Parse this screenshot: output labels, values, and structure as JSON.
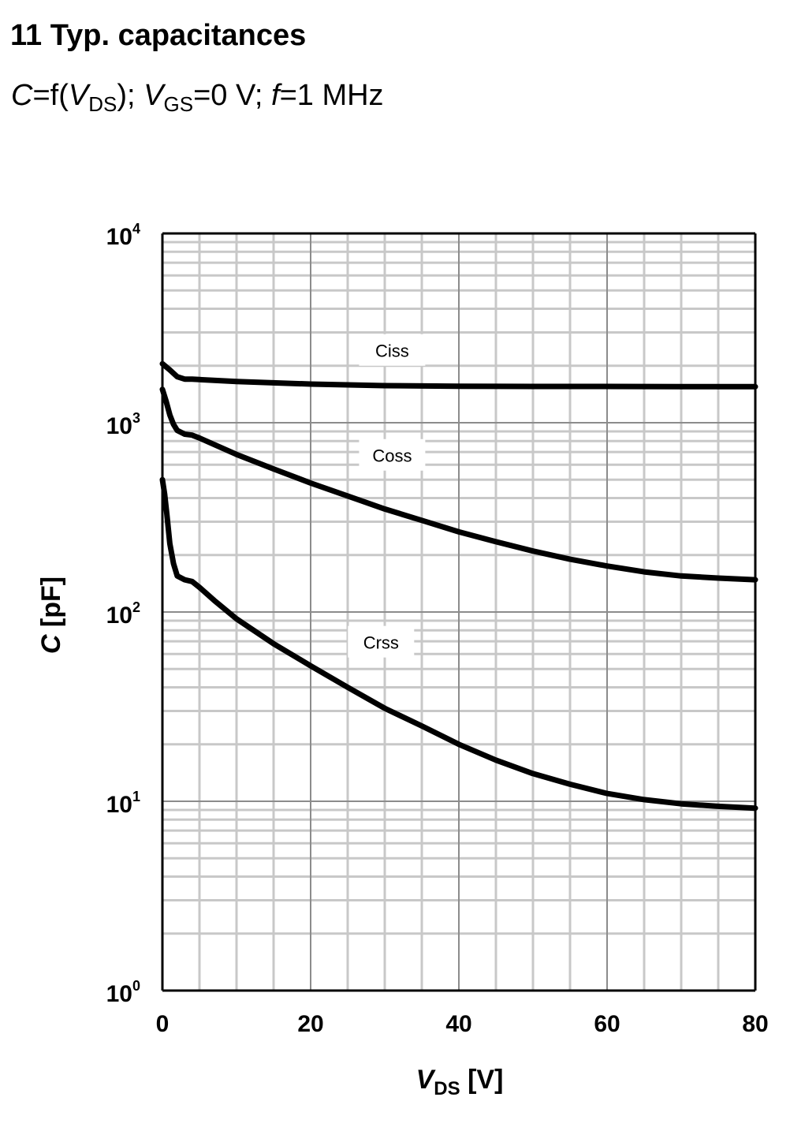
{
  "heading": {
    "title": "11 Typ. capacitances",
    "subtitle_parts": {
      "c": "C",
      "eq_f": "=f(",
      "v1": "V",
      "ds": "DS",
      "close_semi": "); ",
      "v2": "V",
      "gs": "GS",
      "gs_val": "=0 V; ",
      "f": "f",
      "f_val": "=1 MHz"
    }
  },
  "chart_data": {
    "type": "line",
    "title": "11 Typ. capacitances",
    "subtitle": "C=f(VDS); VGS=0 V; f=1 MHz",
    "x_label_main": "V",
    "x_label_sub": "DS",
    "x_label_unit": " [V]",
    "y_label_main": "C",
    "y_label_unit": " [pF]",
    "xlim": [
      0,
      80
    ],
    "ylim": [
      1,
      10000
    ],
    "y_scale": "log",
    "grid": true,
    "x_ticks": [
      0,
      20,
      40,
      60,
      80
    ],
    "y_ticks": [
      {
        "base": "10",
        "exp": "4",
        "value": 10000
      },
      {
        "base": "10",
        "exp": "3",
        "value": 1000
      },
      {
        "base": "10",
        "exp": "2",
        "value": 100
      },
      {
        "base": "10",
        "exp": "1",
        "value": 10
      },
      {
        "base": "10",
        "exp": "0",
        "value": 1
      }
    ],
    "series": [
      {
        "name": "Ciss",
        "label_at": {
          "x": 31,
          "y": 2400
        },
        "x": [
          0,
          1,
          2,
          3,
          4,
          5,
          10,
          20,
          30,
          40,
          50,
          60,
          70,
          80
        ],
        "y": [
          2050,
          1900,
          1750,
          1700,
          1700,
          1690,
          1650,
          1600,
          1570,
          1560,
          1555,
          1555,
          1552,
          1550
        ]
      },
      {
        "name": "Coss",
        "label_at": {
          "x": 31,
          "y": 670
        },
        "x": [
          0,
          0.5,
          1,
          1.5,
          2,
          3,
          4,
          5,
          10,
          15,
          20,
          25,
          30,
          35,
          40,
          45,
          50,
          55,
          60,
          65,
          70,
          75,
          80
        ],
        "y": [
          1500,
          1300,
          1100,
          980,
          910,
          870,
          860,
          830,
          680,
          570,
          480,
          410,
          350,
          305,
          265,
          235,
          210,
          190,
          175,
          163,
          155,
          151,
          148
        ],
        "xx": null
      },
      {
        "name": "Crss",
        "label_at": {
          "x": 29.5,
          "y": 69
        },
        "x": [
          0,
          0.3,
          0.6,
          1,
          1.5,
          2,
          3,
          4,
          5,
          7,
          10,
          15,
          20,
          25,
          30,
          35,
          40,
          45,
          50,
          55,
          60,
          65,
          70,
          75,
          80
        ],
        "y": [
          500,
          420,
          330,
          230,
          180,
          155,
          148,
          145,
          135,
          115,
          92,
          68,
          52,
          40,
          31,
          25,
          20,
          16.5,
          14,
          12.3,
          11,
          10.2,
          9.7,
          9.4,
          9.2
        ]
      }
    ]
  }
}
